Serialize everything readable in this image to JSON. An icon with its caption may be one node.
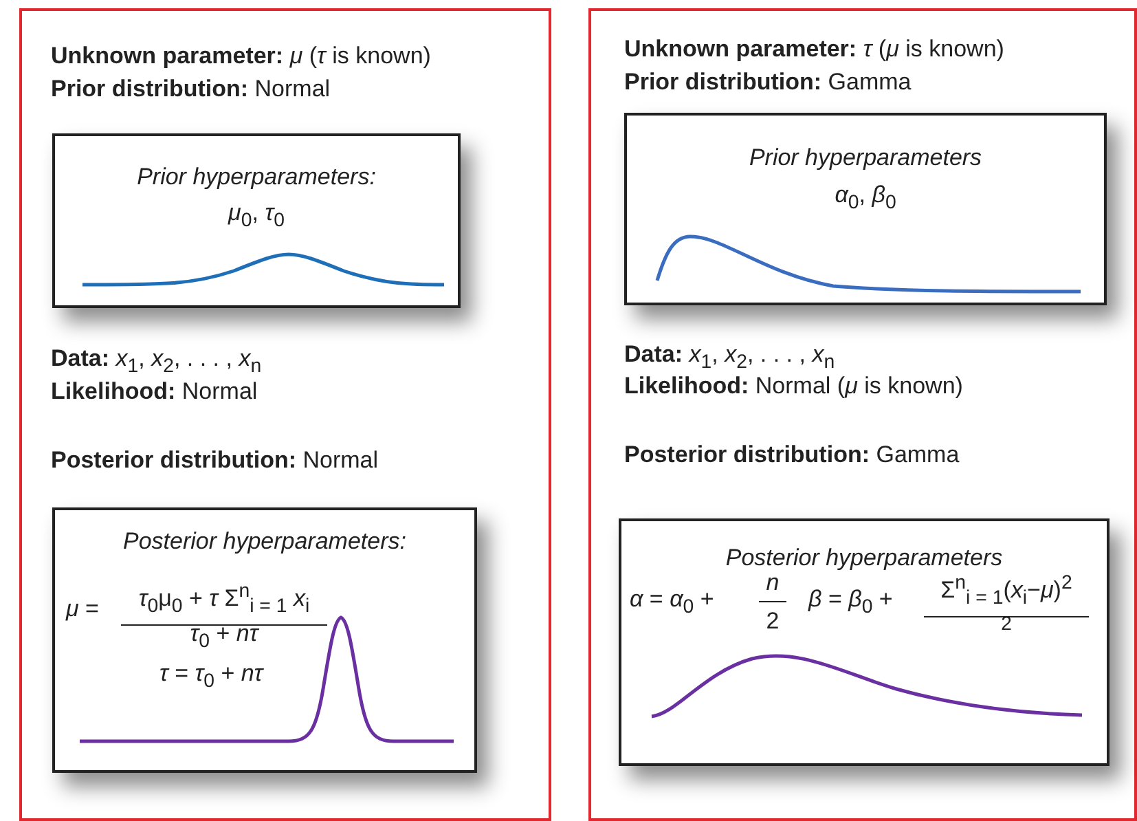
{
  "diagram": {
    "nodes": [
      {
        "text": [
          "**Unknown parameter:** *μ* (*τ* is known)",
          "**Prior distribution:** Normal",
          "**Data:** *x*$_{1}$, *x*$_{2}$, . . . , *x*$_{n}$",
          "**Likelihood:** Normal",
          "**Posterior distribution:** Normal"
        ]
      },
      {
        "text": [
          "Prior hyperparameters:",
          "*μ*$_{0}$, *τ*$_{0}$"
        ],
        "in": 0
      },
      {
        "text": [
          "Posterior hyperparameters:",
          "*μ* =",
          "*τ*$_{0}$μ$_{0}$ + *τ* Σ$^{n}$$_{i = 1}$ *x*$_{i}$",
          "*τ*$_{0}$ + *nτ*",
          "*τ* = *τ*$_{0}$ + *nτ*"
        ],
        "in": 0
      },
      {
        "text": [
          "**Unknown parameter:** *τ* (*μ* is known)",
          "**Prior distribution:** Gamma",
          "**Data:** *x*$_{1}$, *x*$_{2}$, . . . , *x*$_{n}$",
          "**Likelihood:** Normal (*μ* is known)",
          "**Posterior distribution:** Gamma"
        ]
      },
      {
        "text": [
          "Prior hyperparameters",
          "*α*$_{0}$, *β*$_{0}$"
        ],
        "in": 3
      },
      {
        "text": [
          "Posterior hyperparameters",
          "*α* = *α*$_{0}$ +",
          "*n*",
          "2",
          "*β* = *β*$_{0}$ +",
          "Σ$^{n}$$_{i = 1}$(*x*$_{i}$−*μ*)$^{2}$",
          "2"
        ],
        "in": 3
      }
    ]
  }
}
